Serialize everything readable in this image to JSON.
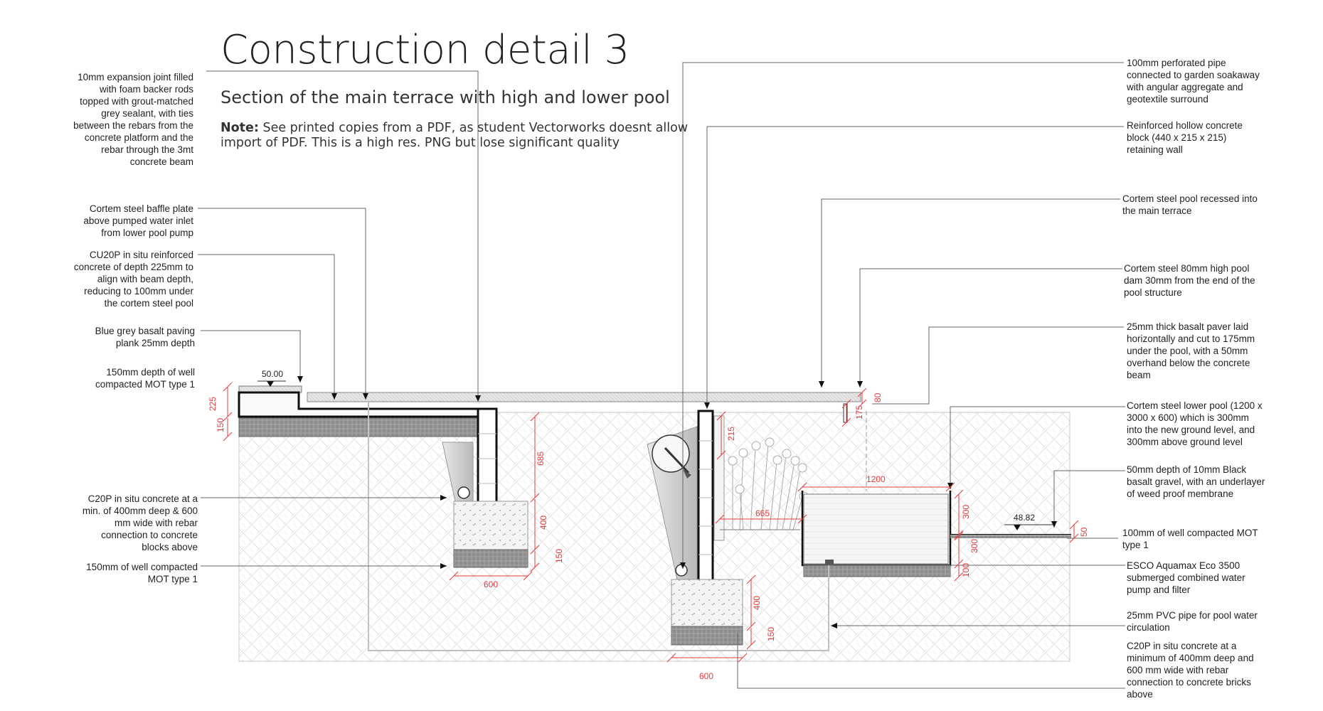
{
  "title": "Construction detail 3",
  "subtitle": "Section of the main terrace with high and lower pool",
  "note": {
    "prefix": "Note:",
    "text": " See printed copies from a PDF, as student Vectorworks doesnt allow import of PDF.  This is a high res. PNG but lose significant quality"
  },
  "labels_left": [
    "10mm expansion joint filled\nwith foam backer rods\ntopped with grout-matched\ngrey sealant, with ties\nbetween the rebars from the\nconcrete platform and the\nrebar through the 3mt\nconcrete beam",
    "Cortem steel baffle plate\nabove pumped water inlet\nfrom lower pool pump",
    "CU20P in situ reinforced\nconcrete of depth 225mm to\nalign with beam depth,\nreducing to 100mm under\nthe cortem steel pool",
    "Blue grey basalt paving\nplank 25mm depth",
    "150mm depth of well\ncompacted MOT type 1",
    "C20P in situ concrete at a\nmin. of 400mm deep & 600\nmm wide with rebar\nconnection to concrete\nblocks above",
    "150mm of well compacted\nMOT type 1"
  ],
  "labels_right": [
    "100mm perforated pipe\nconnected to garden soakaway\nwith angular aggregate and\ngeotextile surround",
    "Reinforced hollow concrete\nblock (440 x 215 x 215)\nretaining wall",
    "Cortem steel pool recessed into\nthe main terrace",
    "Cortem steel 80mm high pool\ndam 30mm from the end of the\npool structure",
    "25mm thick basalt paver laid\nhorizontally and cut to 175mm\nunder the pool, with a 50mm\noverhand below the concrete\nbeam",
    "Cortem steel lower pool (1200 x\n3000 x 600) which is 300mm\ninto the new ground level, and\n300mm above ground level",
    "50mm depth of 10mm Black\nbasalt gravel, with an underlayer\nof weed proof membrane",
    "100mm of well compacted MOT\ntype 1",
    "ESCO Aquamax Eco 3500\nsubmerged combined water\npump and filter",
    "25mm PVC pipe for pool water\ncirculation",
    "C20P in situ concrete at a\nminimum of 400mm deep and\n600 mm wide with rebar\nconnection to concrete bricks\nabove"
  ],
  "dimensions": {
    "d225": "225",
    "d150a": "150",
    "d685": "685",
    "d400a": "400",
    "d150b": "150",
    "d600a": "600",
    "d215": "215",
    "d665": "665",
    "d1200": "1200",
    "d300a": "300",
    "d300b": "300",
    "d100": "100",
    "d400b": "400",
    "d150c": "150",
    "d600b": "600",
    "d80": "80",
    "d175": "175",
    "d50": "50",
    "lvl_high": "50.00",
    "lvl_low": "48.82"
  },
  "colors": {
    "dimension": "#e23b3b",
    "leader": "#555555",
    "hatch": "#bdbdbd",
    "gravel": "#9a9a9a"
  }
}
